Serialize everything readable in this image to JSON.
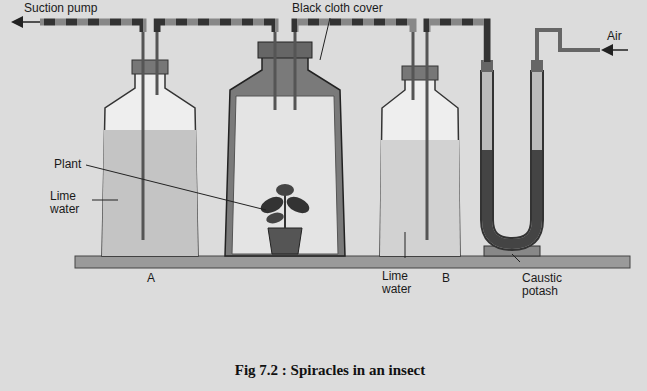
{
  "diagram": {
    "caption": "Fig 7.2 : Spiracles in an insect",
    "labels": [
      "Suction pump",
      "Black cloth cover",
      "Plant",
      "Lime water",
      "A",
      "Lime water",
      "B",
      "Caustic potash",
      "Air"
    ]
  }
}
